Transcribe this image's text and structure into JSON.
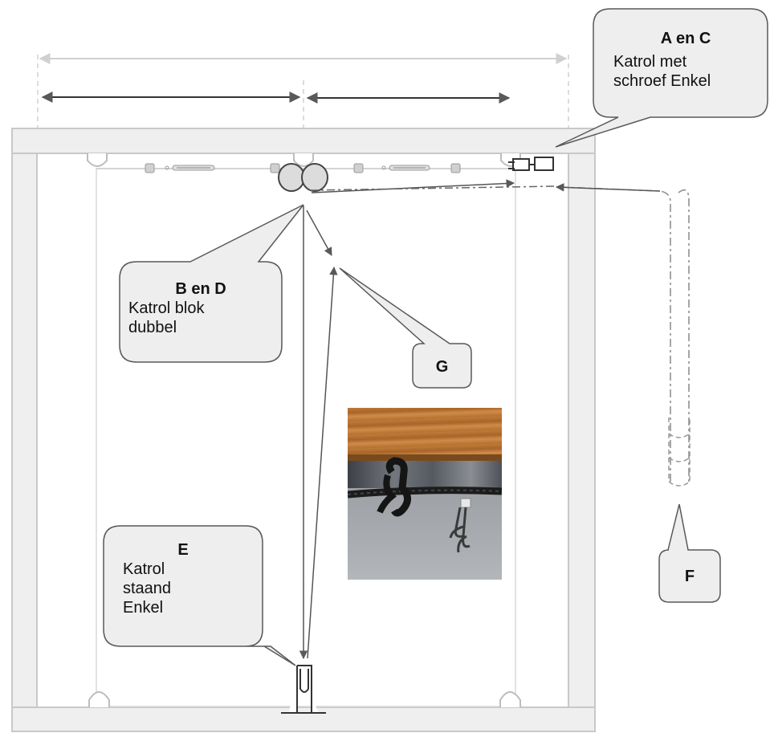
{
  "callouts": {
    "ac": {
      "title": "A en C",
      "line1": "Katrol met",
      "line2": "schroef Enkel"
    },
    "bd": {
      "title": "B en D",
      "line1": "Katrol blok",
      "line2": "dubbel"
    },
    "g": {
      "title": "G"
    },
    "e": {
      "title": "E",
      "line1": "Katrol",
      "line2": "staand",
      "line3": "Enkel"
    },
    "f": {
      "title": "F"
    }
  },
  "colors": {
    "frame_fill": "#efefef",
    "frame_stroke": "#c8c8c8",
    "callout_fill": "#eeeeee",
    "callout_stroke": "#595959",
    "arrow": "#595959",
    "wire": "#cccccc"
  },
  "photo": {
    "content": "rope-with-knot-and-hooks-photo"
  }
}
